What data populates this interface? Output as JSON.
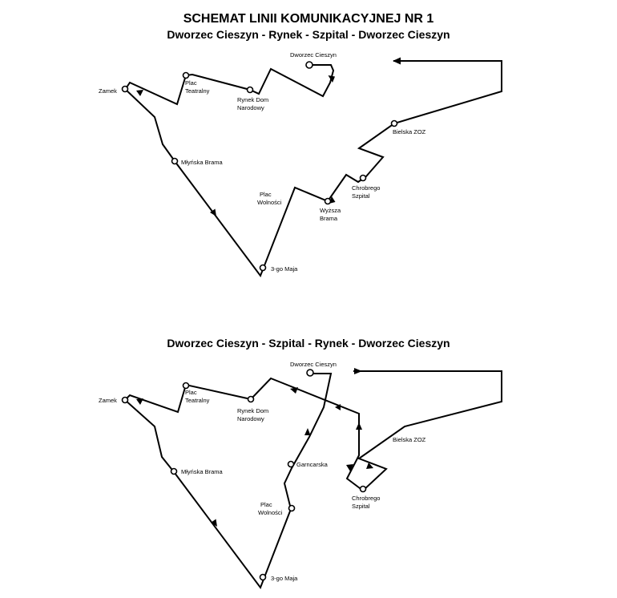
{
  "header": {
    "title": "SCHEMAT LINII KOMUNIKACYJNEJ NR 1",
    "route1_title": "Dworzec Cieszyn - Rynek - Szpital - Dworzec Cieszyn",
    "route2_title": "Dworzec Cieszyn - Szpital - Rynek - Dworzec Cieszyn"
  },
  "stops": {
    "dworzec": "Dworzec Cieszyn",
    "zamek": "Zamek",
    "plac_teatralny": [
      "Plac",
      "Teatralny"
    ],
    "rynek": [
      "Rynek Dom",
      "Narodowy"
    ],
    "mlynska": "Młyńska Brama",
    "bielska": "Bielska ZOZ",
    "chrobrego": [
      "Chrobrego",
      "Szpital"
    ],
    "plac_wolnosci": [
      "Plac",
      "Wolności"
    ],
    "wyzsza": [
      "Wyższa",
      "Brama"
    ],
    "trzeciego_maja": "3-go Maja",
    "garncarska": "Garncarska"
  },
  "style": {
    "line_color": "#000000",
    "stop_fill": "#ffffff",
    "background": "#ffffff"
  }
}
